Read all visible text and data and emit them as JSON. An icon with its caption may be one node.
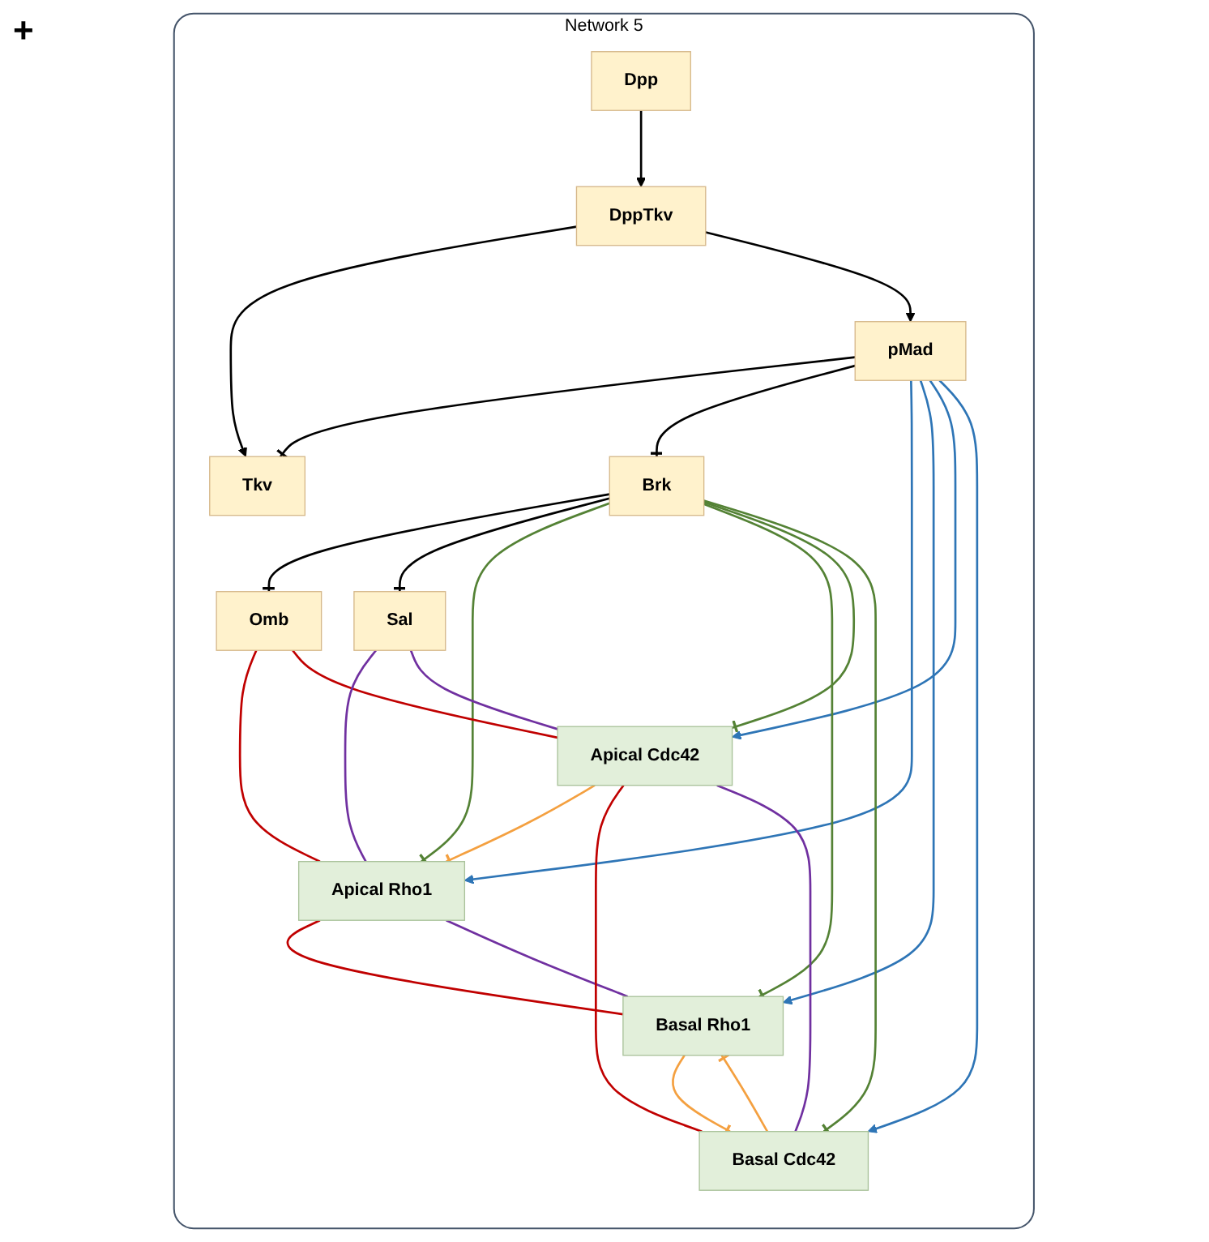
{
  "diagram": {
    "nodes": [
      {
        "text": [
          "Network 5"
        ]
      },
      {
        "text": [
          "Dpp"
        ],
        "in": 0
      },
      {
        "text": [
          "Tkv"
        ],
        "in": 0
      },
      {
        "text": [
          "DppTkv"
        ],
        "in": 0
      },
      {
        "text": [
          "pMad"
        ],
        "in": 0
      },
      {
        "text": [
          "Brk"
        ],
        "in": 0
      },
      {
        "text": [
          "Omb"
        ],
        "in": 0
      },
      {
        "text": [
          "Sal"
        ],
        "in": 0
      },
      {
        "text": [
          "Apical Rho1"
        ],
        "in": 0
      },
      {
        "text": [
          "Apical Cdc42"
        ],
        "in": 0
      },
      {
        "text": [
          "Basal Rho1"
        ],
        "in": 0
      },
      {
        "text": [
          "Basal Cdc42"
        ],
        "in": 0
      }
    ],
    "edges": [
      {
        "from": 1,
        "to": 3,
        "arrow": "to"
      },
      {
        "from": 3,
        "to": 2,
        "arrow": "to"
      },
      {
        "from": 3,
        "to": 4,
        "arrow": "to"
      },
      {
        "from": 4,
        "to": 2,
        "arrow": "other"
      },
      {
        "from": 4,
        "to": 5,
        "arrow": "other"
      },
      {
        "from": 5,
        "to": 6,
        "arrow": "other"
      },
      {
        "from": 5,
        "to": 7,
        "arrow": "other"
      },
      {
        "from": 4,
        "to": 8,
        "arrow": "to",
        "color": "#2e75b6"
      },
      {
        "from": 4,
        "to": 10,
        "arrow": "to",
        "color": "#2e75b6"
      },
      {
        "from": 4,
        "to": 9,
        "arrow": "to",
        "color": "#2e75b6"
      },
      {
        "from": 4,
        "to": 11,
        "arrow": "to",
        "color": "#2e75b6"
      },
      {
        "from": 5,
        "to": 8,
        "arrow": "other",
        "color": "#548235"
      },
      {
        "from": 5,
        "to": 10,
        "arrow": "other",
        "color": "#548235"
      },
      {
        "from": 5,
        "to": 9,
        "arrow": "other",
        "color": "#548235"
      },
      {
        "from": 5,
        "to": 11,
        "arrow": "other",
        "color": "#548235"
      },
      {
        "from": 6,
        "to": 8,
        "arrow": "none",
        "color": "#c00000"
      },
      {
        "from": 6,
        "to": 9,
        "arrow": "none",
        "color": "#c00000"
      },
      {
        "from": 7,
        "to": 8,
        "arrow": "none",
        "color": "#7030a0"
      },
      {
        "from": 7,
        "to": 9,
        "arrow": "none",
        "color": "#7030a0"
      },
      {
        "from": 9,
        "to": 8,
        "arrow": "other",
        "color": "#f4a040"
      },
      {
        "from": 8,
        "to": 10,
        "arrow": "none",
        "color": "#c00000"
      },
      {
        "from": 8,
        "to": 10,
        "arrow": "none",
        "color": "#7030a0"
      },
      {
        "from": 9,
        "to": 11,
        "arrow": "none",
        "color": "#c00000"
      },
      {
        "from": 9,
        "to": 11,
        "arrow": "none",
        "color": "#7030a0"
      },
      {
        "from": 10,
        "to": 11,
        "arrow": "other",
        "color": "#f4a040"
      },
      {
        "from": 11,
        "to": 10,
        "arrow": "other",
        "color": "#f4a040"
      }
    ],
    "labels": [
      "+"
    ]
  }
}
